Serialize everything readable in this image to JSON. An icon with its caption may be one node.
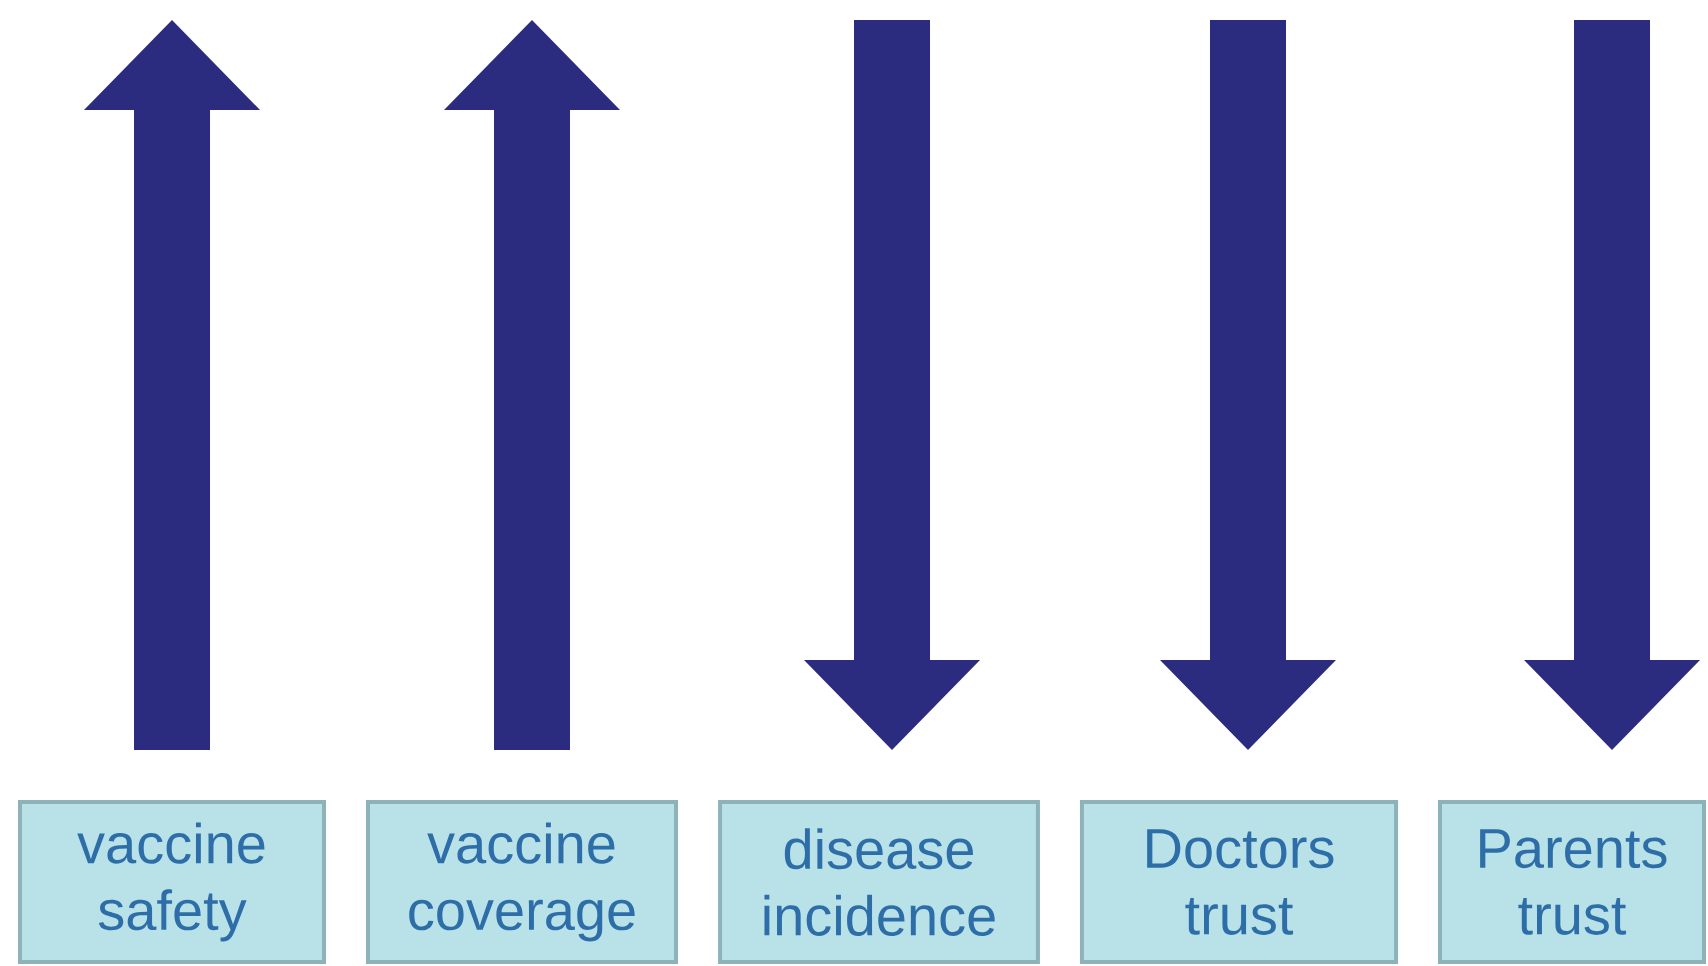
{
  "diagram": {
    "nodes": [
      {
        "text": [
          "vaccine safety"
        ]
      },
      {
        "text": [
          "vaccine coverage"
        ]
      },
      {
        "text": [
          "disease incidence"
        ]
      },
      {
        "text": [
          "Doctors trust"
        ]
      },
      {
        "text": [
          "Parents trust"
        ]
      }
    ]
  }
}
